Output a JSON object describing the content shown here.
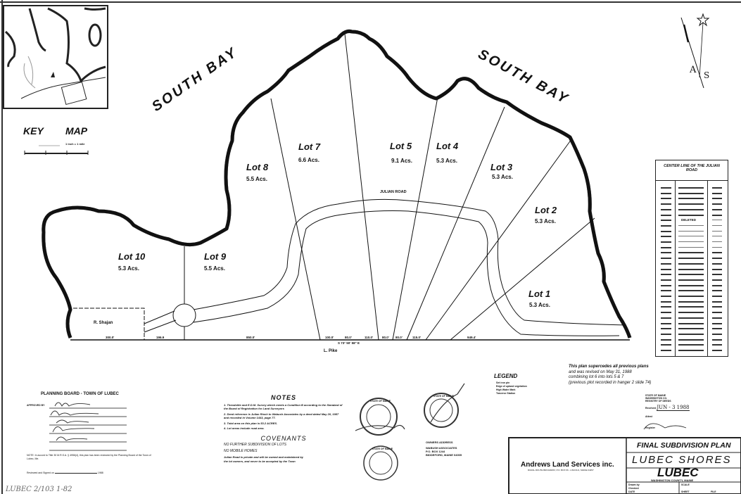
{
  "key_map": {
    "title_key": "KEY",
    "title_map": "MAP",
    "scale_label": "1 inch = 1 mile"
  },
  "bays": [
    "SOUTH BAY",
    "SOUTH BAY"
  ],
  "lots": [
    {
      "name": "Lot 1",
      "area": "5.3 Acs."
    },
    {
      "name": "Lot 2",
      "area": "5.3 Acs."
    },
    {
      "name": "Lot 3",
      "area": "5.3 Acs."
    },
    {
      "name": "Lot 4",
      "area": "5.3 Acs."
    },
    {
      "name": "Lot 5",
      "area": "9.1 Acs."
    },
    {
      "name": "Lot 7",
      "area": "6.6 Acs."
    },
    {
      "name": "Lot 8",
      "area": "5.5 Acs."
    },
    {
      "name": "Lot 9",
      "area": "5.5 Acs."
    },
    {
      "name": "Lot 10",
      "area": "5.3 Acs."
    }
  ],
  "road": {
    "label": "JULIAN ROAD"
  },
  "abutters": {
    "west": "R. Shajan",
    "south": "L. Pike"
  },
  "baseline_dims": [
    "300.0'",
    "196.9",
    "850.0'",
    "100.0'",
    "80.0'",
    "110.0'",
    "80.0'",
    "80.0'",
    "115.0'",
    "949.4'"
  ],
  "baseline_bearing": "S 73° 50' 58\" E",
  "north_arrow": {
    "label": "A",
    "label2": "S"
  },
  "centerline_table": {
    "title": "CENTER LINE OF THE JULIAN ROAD",
    "deleted_label": "DELETED"
  },
  "revision_note": [
    "This plan supercedes all previous plans",
    "and was revised on May 31, 1988",
    "combining lot 6 into lots 5 & 7",
    "(previous plot recorded in hanger 2 slide 74)"
  ],
  "registry": {
    "header": [
      "STATE OF MAINE",
      "WASHINGTON CO.",
      "REGISTRY OF DEEDS"
    ],
    "received": "Received",
    "date": "JUN - 3 1988",
    "attest": "Attest",
    "register": "Register"
  },
  "legend": {
    "title": "LEGEND",
    "items": [
      "Set iron pin",
      "Edge of upland vegetation",
      "High Water Mark",
      "Traverse Station"
    ]
  },
  "notes": {
    "title": "NOTES",
    "items": [
      "1. Theodolite and E.D.M. Survey which meets a Condition B according to the Standard of the Board of Registration for Land Surveyors",
      "2. Deed reference is Julian Rioch to Wabush Associates by a deed dated May 20, 1987 and recorded in Volume 1443, page 77.",
      "3. Total area on this plan is 53.2 ACRES.",
      "4. Lot areas include road area."
    ]
  },
  "covenants": {
    "title": "COVENANTS",
    "items": [
      "NO FURTHER SUBDIVISION OF LOTS",
      "NO MOBILE HOMES",
      "Julian Road is private and will be owned and maintained by the lot owners, and never to be accepted by the Town"
    ]
  },
  "owners": {
    "title": "OWNERS ADDRESS",
    "lines": [
      "WABUSH ASSOCIATES",
      "P.O. BOX 1244",
      "BIDDEFORD, MAINE 04005"
    ]
  },
  "seals": [
    "STATE OF MAINE",
    "STATE OF MAINE",
    "STATE OF MAINE"
  ],
  "planning_board": {
    "title": "PLANNING BOARD - TOWN OF LUBEC",
    "approved_by": "APPROVED BY",
    "note": "NOTE: In accord to Title 30 M.R.S.A. § 4956(4), this plan has been reviewed by the Planning Board of the Town of Lubec, Me.",
    "reviewed": "Reviewed and Signed on",
    "year_suffix": "1988"
  },
  "handwritten_ref": "LUBEC 2/103 1-82",
  "firm": {
    "name": "Andrews Land Services inc.",
    "address": "RURAL ROUTE BROADWAY, P.O. BOX 66 - LINCOLN, MAINE 04457"
  },
  "title_block": {
    "line1": "FINAL SUBDIVISION PLAN",
    "line2": "LUBEC SHORES",
    "line3": "LUBEC",
    "county": "WASHINGTON COUNTY, MAINE",
    "drawn_by": "Drawn by",
    "checked": "Checked",
    "date": "DATE",
    "scale": "SCALE",
    "sheet": "SHEET",
    "file": "FILE"
  }
}
